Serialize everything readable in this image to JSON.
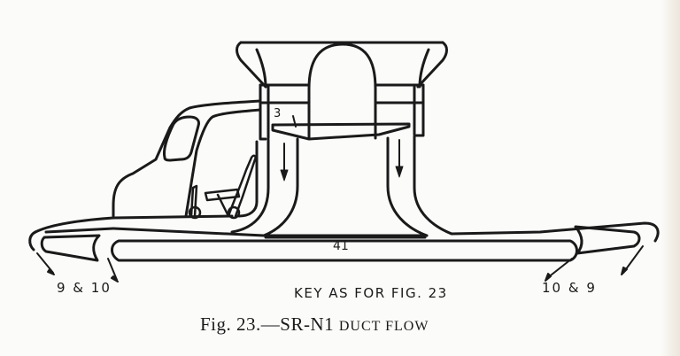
{
  "figure": {
    "caption_prefix": "Fig. 23.—SR-N1 ",
    "caption_smallcaps": "DUCT FLOW",
    "key_note": "KEY AS FOR FIG. 23"
  },
  "labels": {
    "plenum": "41",
    "duct_inlet": "3",
    "left_callout": "9 & 10",
    "right_callout": "10 & 9"
  },
  "colors": {
    "ink": "#1a1a1a",
    "paper": "#fbfbf9"
  }
}
